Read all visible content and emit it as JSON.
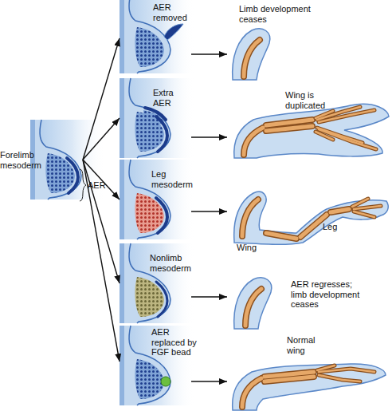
{
  "diagram": {
    "nodes": [
      {
        "text": [
          "Forelimb mesoderm"
        ]
      },
      {
        "text": [
          "AER removed"
        ]
      },
      {
        "text": [
          "Extra AER"
        ]
      },
      {
        "text": [
          "Leg mesoderm"
        ]
      },
      {
        "text": [
          "Nonlimb mesoderm"
        ]
      },
      {
        "text": [
          "AER replaced by FGF bead"
        ]
      },
      {
        "text": [
          "Limb development ceases"
        ]
      },
      {
        "text": [
          "Wing is duplicated"
        ]
      },
      {
        "text": [
          "Leg",
          "Wing"
        ]
      },
      {
        "text": [
          "AER regresses; limb development ceases"
        ]
      },
      {
        "text": [
          "Normal wing"
        ]
      }
    ],
    "edges": [
      {
        "from": 0,
        "to": 1,
        "arrow": "to"
      },
      {
        "from": 0,
        "to": 2,
        "arrow": "to"
      },
      {
        "from": 0,
        "to": 3,
        "arrow": "to"
      },
      {
        "from": 0,
        "to": 4,
        "arrow": "to"
      },
      {
        "from": 0,
        "to": 5,
        "arrow": "to"
      },
      {
        "from": 1,
        "to": 6,
        "arrow": "to"
      },
      {
        "from": 2,
        "to": 7,
        "arrow": "to"
      },
      {
        "from": 3,
        "to": 8,
        "arrow": "to"
      },
      {
        "from": 4,
        "to": 9,
        "arrow": "to"
      },
      {
        "from": 5,
        "to": 10,
        "arrow": "to"
      }
    ],
    "labels": [
      "AER"
    ]
  }
}
